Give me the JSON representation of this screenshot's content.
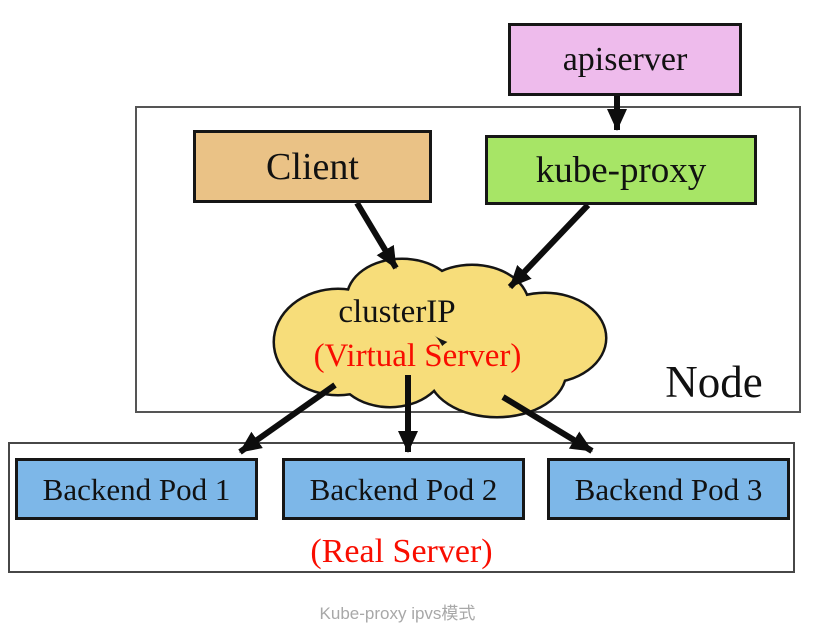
{
  "diagram": {
    "title_caption": "Kube-proxy ipvs模式",
    "nodes": {
      "apiserver": {
        "label": "apiserver"
      },
      "client": {
        "label": "Client"
      },
      "kube_proxy": {
        "label": "kube-proxy"
      },
      "cluster_ip": {
        "title": "clusterIP",
        "subtitle": "(Virtual Server)"
      },
      "node": {
        "label": "Node"
      },
      "real_server": {
        "label": "(Real Server)"
      }
    },
    "pods": [
      {
        "label": "Backend Pod 1"
      },
      {
        "label": "Backend Pod 2"
      },
      {
        "label": "Backend Pod 3"
      }
    ],
    "edges": [
      "apiserver -> kube-proxy",
      "Client -> clusterIP",
      "kube-proxy -> clusterIP",
      "clusterIP -> Backend Pod 1",
      "clusterIP -> Backend Pod 2",
      "clusterIP -> Backend Pod 3"
    ]
  },
  "colors": {
    "apiserver_bg": "#eebbec",
    "client_bg": "#eac286",
    "kube_proxy_bg": "#a7e566",
    "cloud_fill": "#f7dd7a",
    "pod_bg": "#7db7e8",
    "red_text": "#f90d00",
    "caption_gray": "#a8a8a8",
    "arrow": "#0d0d0d"
  }
}
